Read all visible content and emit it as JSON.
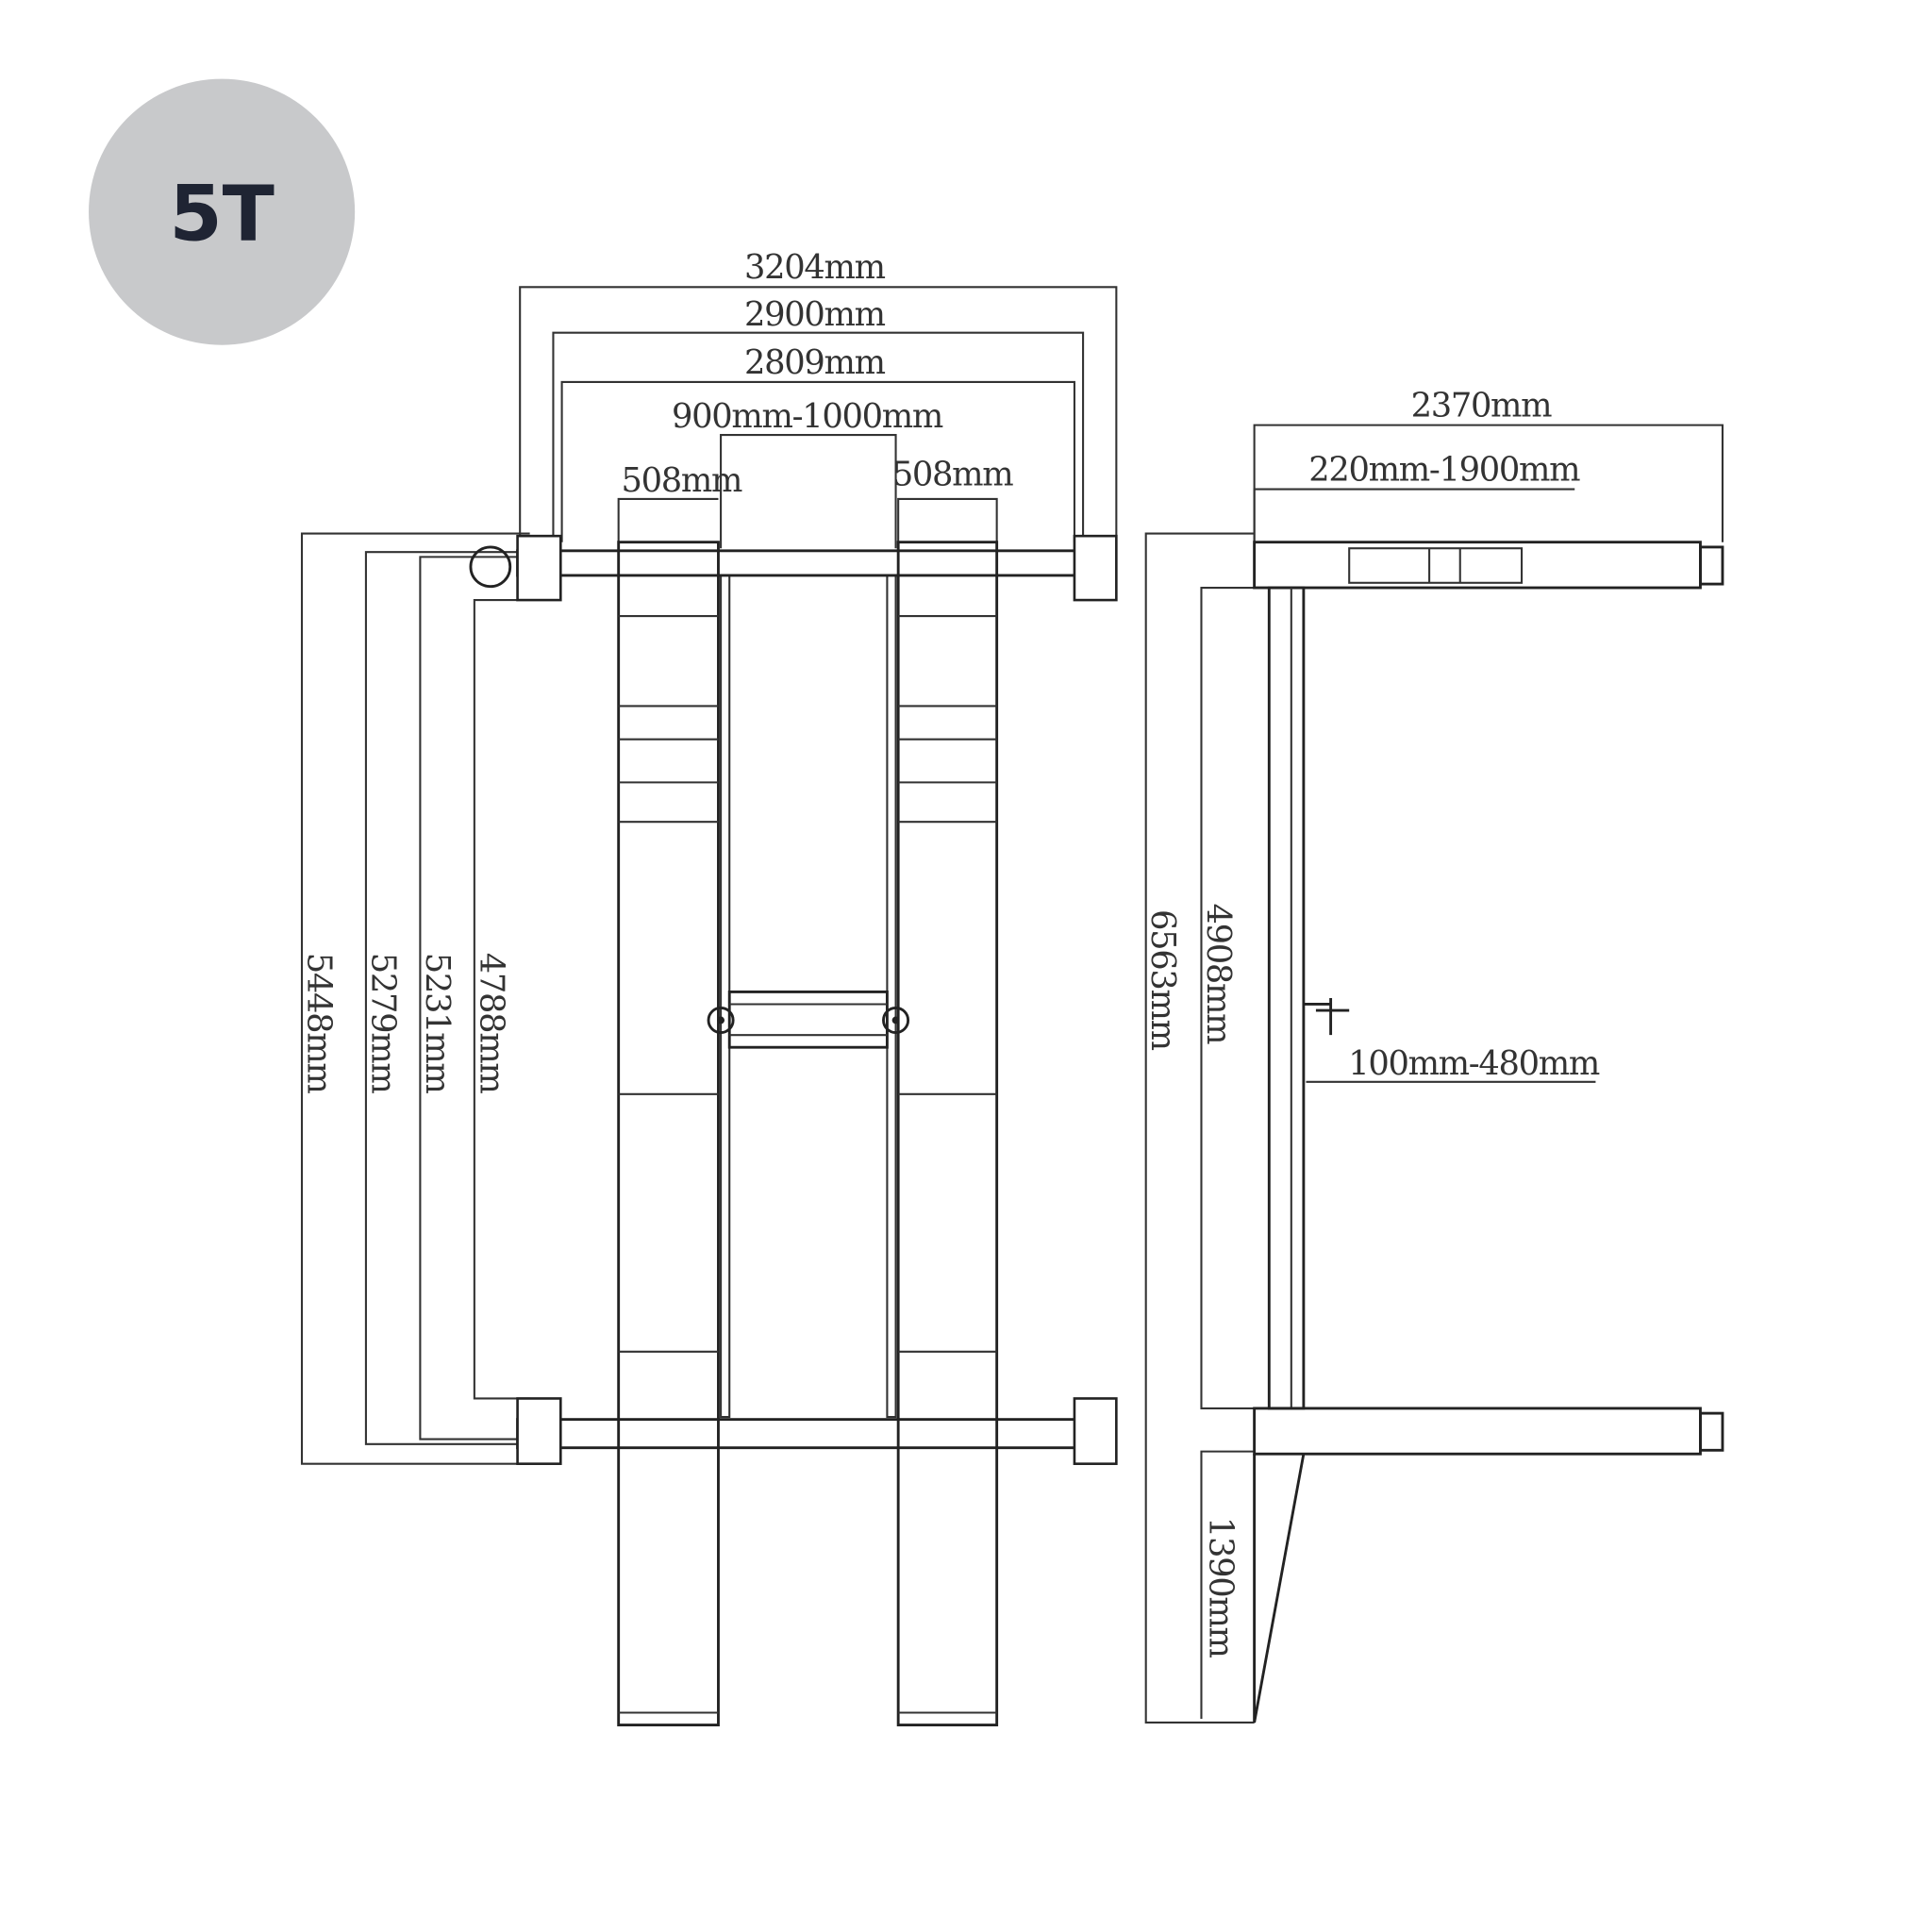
{
  "badge": {
    "label": "5T",
    "color": "#c8c9cb",
    "text_color": "#1f2433"
  },
  "front_view": {
    "widths": {
      "overall": "3204mm",
      "between_posts": "2900mm",
      "inner_posts": "2809mm",
      "runway_gap": "900mm-1000mm",
      "runway_left": "508mm",
      "runway_right": "508mm"
    },
    "lengths": {
      "overall": "5448mm",
      "post_outer": "5279mm",
      "post_inner": "5231mm",
      "between_arms": "4788mm"
    }
  },
  "side_view": {
    "overall_length": "6563mm",
    "column_height": "4908mm",
    "ramp_length": "1390mm",
    "arm_length": "2370mm",
    "arm_travel": "220mm-1900mm",
    "jack_range": "100mm-480mm"
  }
}
